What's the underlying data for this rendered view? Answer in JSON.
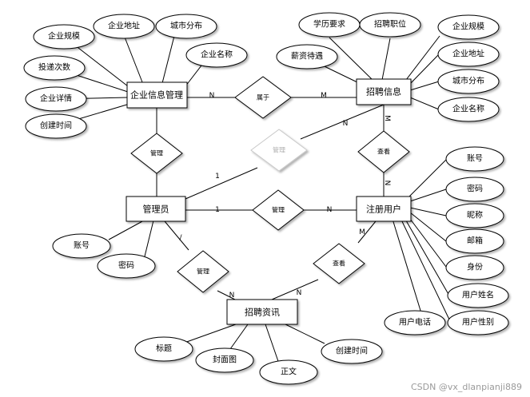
{
  "entities": {
    "company": "企业信息管理",
    "recruit": "招聘信息",
    "admin": "管理员",
    "user": "注册用户",
    "news": "招聘资讯"
  },
  "relationships": {
    "belongs": "属于",
    "manage_company_admin": "管理",
    "manage_admin_recruit": "管理",
    "manage_admin_user": "管理",
    "manage_admin_news": "管理",
    "view_user_recruit": "查看",
    "view_user_news": "查看"
  },
  "company_attributes": [
    "企业规模",
    "企业地址",
    "城市分布",
    "企业名称",
    "投递次数",
    "企业详情",
    "创建时间"
  ],
  "recruit_attributes": [
    "学历要求",
    "招聘职位",
    "企业规模",
    "薪资待遇",
    "企业地址",
    "城市分布",
    "企业名称"
  ],
  "user_attributes": [
    "账号",
    "密码",
    "昵称",
    "邮箱",
    "身份",
    "用户姓名",
    "用户性别",
    "用户电话"
  ],
  "admin_attributes": [
    "账号",
    "密码"
  ],
  "news_attributes": [
    "标题",
    "封面图",
    "正文",
    "创建时间"
  ],
  "cardinalities": {
    "company_belongs": "N",
    "belongs_recruit": "M",
    "recruit_manage": "N",
    "manage_admin_top": "1",
    "admin_manage_user": "1",
    "manage_user": "N",
    "recruit_view": "M",
    "view_user": "N",
    "admin_manage_news": "/",
    "manage_news": "N",
    "news_view": "N",
    "view_user_lower": "M"
  },
  "watermark": "CSDN @vx_dlanpianji889"
}
